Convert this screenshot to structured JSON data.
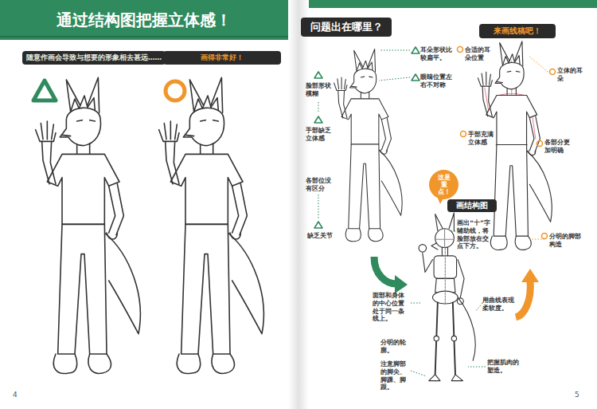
{
  "diagram": {
    "title": "通过结构图把握立体感！",
    "nodes": [
      {
        "text": [
          "随意作画会导致与想要的形象相去甚远……"
        ]
      },
      {
        "text": [
          "画得非常好！"
        ]
      },
      {
        "text": [
          "问题出在哪里？"
        ]
      },
      {
        "text": [
          "来画线稿吧！"
        ]
      },
      {
        "text": [
          "这是重点！"
        ]
      },
      {
        "text": [
          "画结构图"
        ]
      }
    ],
    "labels": [
      "耳朵形状比较扁平。",
      "脸部形状模糊",
      "眼睛位置左右不对称",
      "手部缺乏立体感",
      "各部位没有区分",
      "缺乏关节",
      "画出“十”字辅助线，将脸部放在交点下方。",
      "面部和身体的中心位置处于同一条线上。",
      "分明的轮廓。",
      "注意脚部的脚尖、脚踝、脚跟。",
      "用曲线表现柔软度。",
      "把握肌肉的塑造。",
      "合适的耳朵位置",
      "立体的耳朵",
      "手部充满立体感",
      "各部分更加明确",
      "分明的脚部构造",
      "4",
      "5"
    ]
  }
}
